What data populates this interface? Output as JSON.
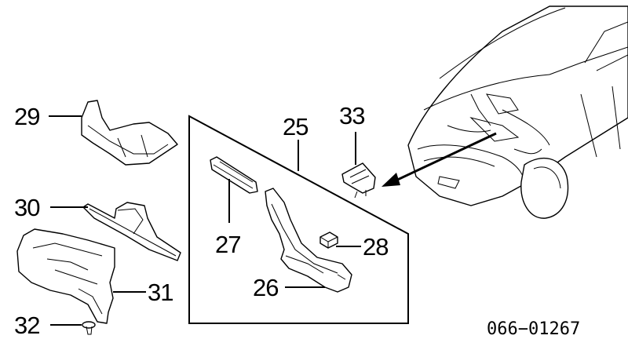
{
  "callouts": {
    "p25": "25",
    "p26": "26",
    "p27": "27",
    "p28": "28",
    "p29": "29",
    "p30": "30",
    "p31": "31",
    "p32": "32",
    "p33": "33"
  },
  "diagram_code": "066−01267"
}
